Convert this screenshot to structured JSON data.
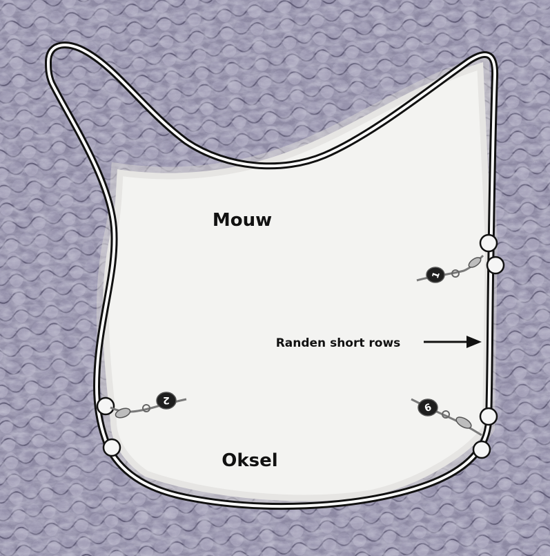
{
  "labels": {
    "sleeve": "Mouw",
    "armpit": "Oksel",
    "short_rows": "Randen short rows"
  },
  "markers": {
    "one": "1",
    "two": "2",
    "six": "6"
  },
  "colors": {
    "knit_base": "#8a86a0",
    "knit_dark": "#5d5a74",
    "knit_light": "#c9c6d8",
    "fabric": "#f3f3f1",
    "outline": "#111111",
    "outline_inner": "#ffffff",
    "marker_ring": "#ffffff"
  }
}
